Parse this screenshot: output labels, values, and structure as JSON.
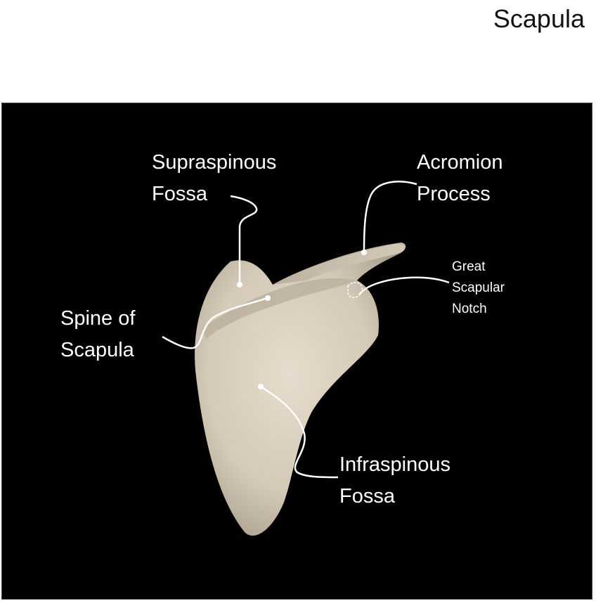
{
  "title": "Scapula",
  "labels": {
    "supraspinous": [
      "Supraspinous",
      "Fossa"
    ],
    "acromion": [
      "Acromion",
      "Process"
    ],
    "notch": [
      "Great",
      "Scapular",
      "Notch"
    ],
    "spine": [
      "Spine of",
      "Scapula"
    ],
    "infraspinous": [
      "Infraspinous",
      "Fossa"
    ]
  },
  "colors": {
    "background": "#000000",
    "bone": "#d8cdbd",
    "leader": "#ffffff"
  }
}
